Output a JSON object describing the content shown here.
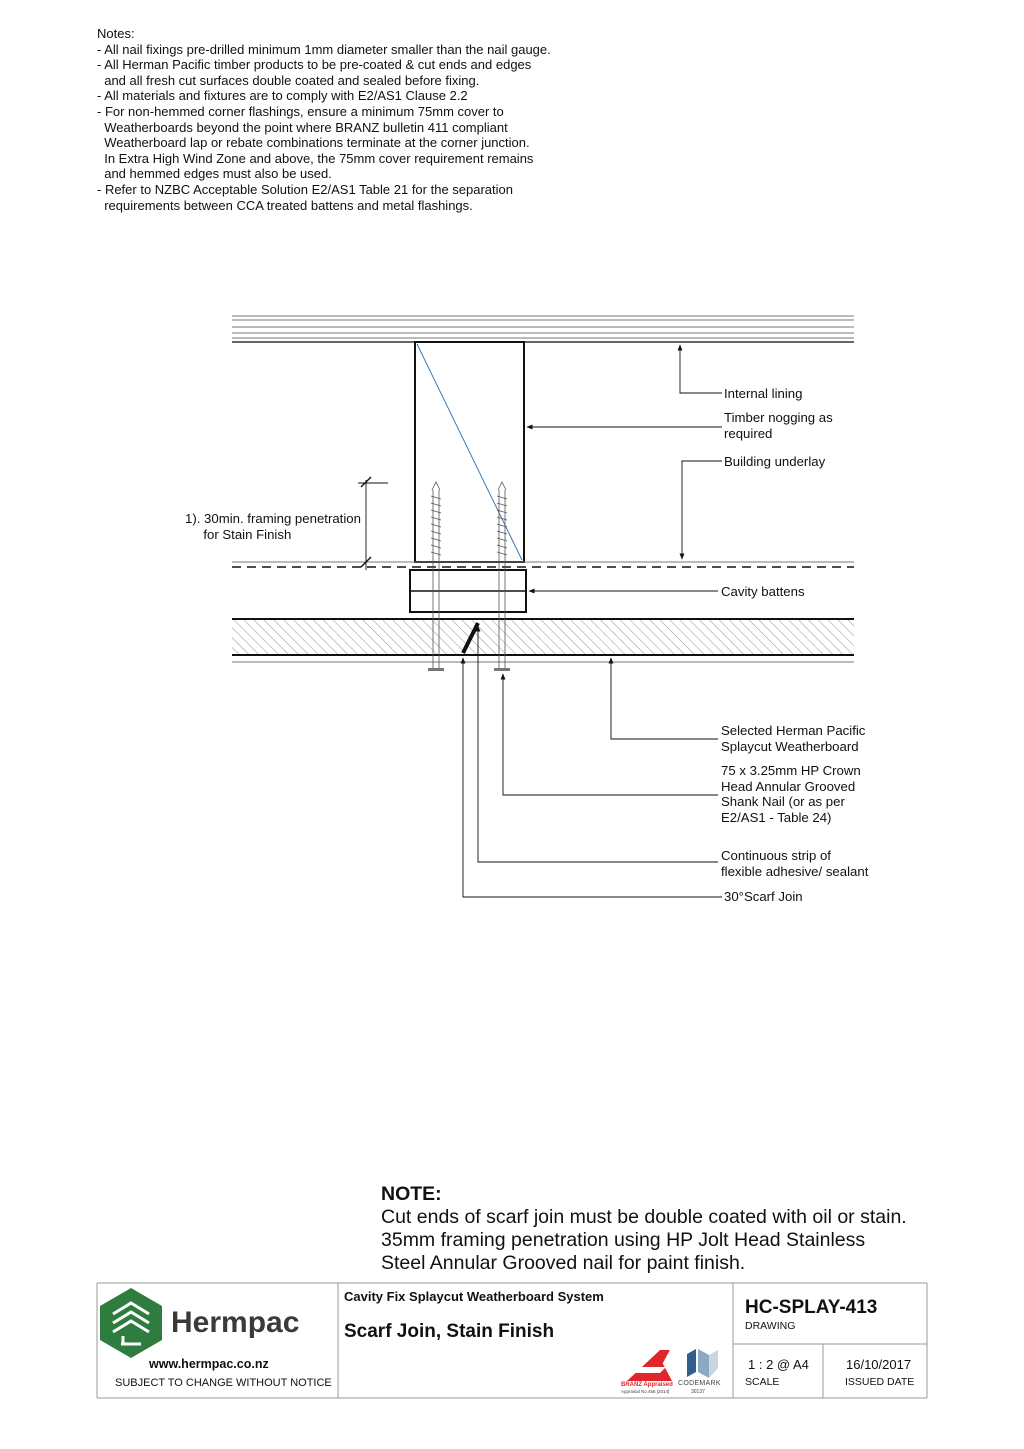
{
  "notes": {
    "heading": "Notes:",
    "lines": [
      "- All nail fixings pre-drilled minimum 1mm diameter smaller than the nail gauge.",
      "- All Herman Pacific timber products to be pre-coated & cut ends and edges",
      "  and all fresh cut surfaces double coated and sealed before fixing.",
      "- All materials and fixtures are to comply with E2/AS1 Clause 2.2",
      "- For non-hemmed corner flashings, ensure a minimum 75mm cover to",
      "  Weatherboards beyond the point where BRANZ bulletin 411 compliant",
      "  Weatherboard lap or rebate combinations terminate at the corner junction.",
      "  In Extra High Wind Zone and above, the 75mm cover requirement remains",
      "  and hemmed edges must also be used.",
      "- Refer to NZBC Acceptable Solution E2/AS1 Table 21 for the separation",
      "  requirements between CCA treated battens and metal flashings."
    ]
  },
  "diagram": {
    "labels": {
      "internal_lining": "Internal lining",
      "timber_nogging": "Timber nogging as\nrequired",
      "building_underlay": "Building underlay",
      "framing_penetration": "1). 30min. framing penetration\n     for Stain Finish",
      "cavity_battens": "Cavity battens",
      "weatherboard": "Selected Herman Pacific\nSplaycut Weatherboard",
      "nail": "75 x 3.25mm HP Crown\nHead Annular Grooved\nShank Nail (or as per\nE2/AS1 - Table 24)",
      "adhesive": "Continuous strip of\nflexible adhesive/ sealant",
      "scarf_join": "30°Scarf Join"
    }
  },
  "note_block": {
    "title": "NOTE:",
    "lines": [
      "Cut ends of scarf join must be double coated with oil or stain.",
      "35mm framing penetration using HP Jolt Head Stainless",
      "Steel Annular Grooved nail for paint finish."
    ]
  },
  "title_block": {
    "brand": "Hermpac",
    "website": "www.hermpac.co.nz",
    "disclaimer": "SUBJECT TO CHANGE WITHOUT NOTICE",
    "system": "Cavity Fix Splaycut Weatherboard System",
    "drawing_title": "Scarf Join, Stain Finish",
    "drawing_number": "HC-SPLAY-413",
    "drawing_caption": "DRAWING",
    "scale": "1 : 2 @ A4",
    "scale_caption": "SCALE",
    "issued_date": "16/10/2017",
    "issued_caption": "ISSUED DATE",
    "branz_logo_text": "BRANZ Appraised",
    "branz_sub": "Appraisal No.456 [2014]",
    "codemark_text": "CODEMARK",
    "codemark_no": "30137",
    "brand_color": "#2e7d3e",
    "branz_color": "#e0262a"
  }
}
